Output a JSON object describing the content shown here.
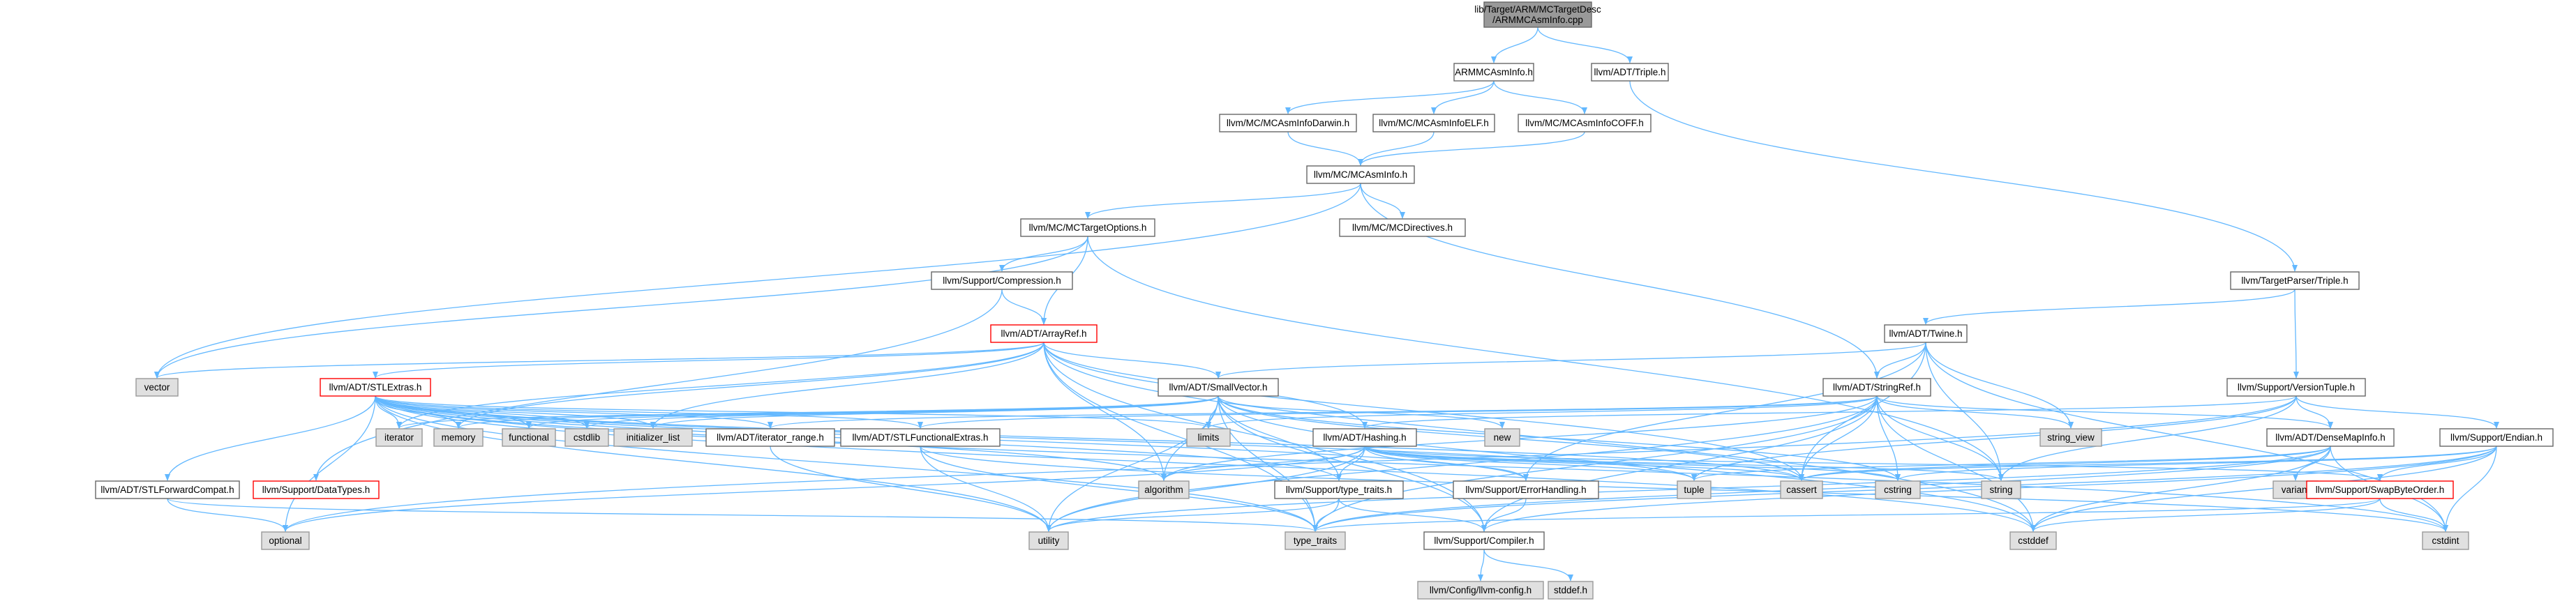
{
  "colors": {
    "edge": "#63b8ff",
    "root_fill": "#999999",
    "root_stroke": "#666666",
    "file_fill": "#ffffff",
    "file_stroke": "#666666",
    "system_fill": "#e0e0e0",
    "system_stroke": "#999999",
    "truncated_stroke": "#ff0000"
  },
  "nodes": [
    {
      "id": "root",
      "label": "lib/Target/ARM/MCTargetDesc\n/ARMMCAsmInfo.cpp",
      "kind": "root"
    },
    {
      "id": "armmcasminfo_h",
      "label": "ARMMCAsmInfo.h",
      "kind": "file"
    },
    {
      "id": "triple_h",
      "label": "llvm/ADT/Triple.h",
      "kind": "file"
    },
    {
      "id": "mcasminfodarwin",
      "label": "llvm/MC/MCAsmInfoDarwin.h",
      "kind": "file"
    },
    {
      "id": "mcasminfoelf",
      "label": "llvm/MC/MCAsmInfoELF.h",
      "kind": "file"
    },
    {
      "id": "mcasminfocoff",
      "label": "llvm/MC/MCAsmInfoCOFF.h",
      "kind": "file"
    },
    {
      "id": "mcasminfo",
      "label": "llvm/MC/MCAsmInfo.h",
      "kind": "file"
    },
    {
      "id": "mctargetoptions",
      "label": "llvm/MC/MCTargetOptions.h",
      "kind": "file"
    },
    {
      "id": "mcdirectives",
      "label": "llvm/MC/MCDirectives.h",
      "kind": "file"
    },
    {
      "id": "compression",
      "label": "llvm/Support/Compression.h",
      "kind": "file"
    },
    {
      "id": "targetparsertriple",
      "label": "llvm/TargetParser/Triple.h",
      "kind": "file"
    },
    {
      "id": "arrayref",
      "label": "llvm/ADT/ArrayRef.h",
      "kind": "truncated"
    },
    {
      "id": "twine",
      "label": "llvm/ADT/Twine.h",
      "kind": "file"
    },
    {
      "id": "vector",
      "label": "vector",
      "kind": "system"
    },
    {
      "id": "stlextras",
      "label": "llvm/ADT/STLExtras.h",
      "kind": "truncated"
    },
    {
      "id": "smallvector",
      "label": "llvm/ADT/SmallVector.h",
      "kind": "file"
    },
    {
      "id": "stringref",
      "label": "llvm/ADT/StringRef.h",
      "kind": "file"
    },
    {
      "id": "versiontuple",
      "label": "llvm/Support/VersionTuple.h",
      "kind": "file"
    },
    {
      "id": "iterator",
      "label": "iterator",
      "kind": "system"
    },
    {
      "id": "memory",
      "label": "memory",
      "kind": "system"
    },
    {
      "id": "functional",
      "label": "functional",
      "kind": "system"
    },
    {
      "id": "cstdlib",
      "label": "cstdlib",
      "kind": "system"
    },
    {
      "id": "initializer_list",
      "label": "initializer_list",
      "kind": "system"
    },
    {
      "id": "iterator_range",
      "label": "llvm/ADT/iterator_range.h",
      "kind": "file"
    },
    {
      "id": "stlfunctionalextras",
      "label": "llvm/ADT/STLFunctionalExtras.h",
      "kind": "file"
    },
    {
      "id": "limits",
      "label": "limits",
      "kind": "system"
    },
    {
      "id": "hashing",
      "label": "llvm/ADT/Hashing.h",
      "kind": "file"
    },
    {
      "id": "new",
      "label": "new",
      "kind": "system"
    },
    {
      "id": "string_view",
      "label": "string_view",
      "kind": "system"
    },
    {
      "id": "densemapinfo",
      "label": "llvm/ADT/DenseMapInfo.h",
      "kind": "file"
    },
    {
      "id": "endian",
      "label": "llvm/Support/Endian.h",
      "kind": "file"
    },
    {
      "id": "stlforwardcompat",
      "label": "llvm/ADT/STLForwardCompat.h",
      "kind": "file"
    },
    {
      "id": "datatypes",
      "label": "llvm/Support/DataTypes.h",
      "kind": "truncated"
    },
    {
      "id": "algorithm",
      "label": "algorithm",
      "kind": "system"
    },
    {
      "id": "typetraits_h",
      "label": "llvm/Support/type_traits.h",
      "kind": "file"
    },
    {
      "id": "errorhandling",
      "label": "llvm/Support/ErrorHandling.h",
      "kind": "file"
    },
    {
      "id": "tuple",
      "label": "tuple",
      "kind": "system"
    },
    {
      "id": "cassert",
      "label": "cassert",
      "kind": "system"
    },
    {
      "id": "cstring",
      "label": "cstring",
      "kind": "system"
    },
    {
      "id": "string",
      "label": "string",
      "kind": "system"
    },
    {
      "id": "variant",
      "label": "variant",
      "kind": "system"
    },
    {
      "id": "swapbyteorder",
      "label": "llvm/Support/SwapByteOrder.h",
      "kind": "truncated"
    },
    {
      "id": "optional",
      "label": "optional",
      "kind": "system"
    },
    {
      "id": "utility",
      "label": "utility",
      "kind": "system"
    },
    {
      "id": "type_traits",
      "label": "type_traits",
      "kind": "system"
    },
    {
      "id": "compiler",
      "label": "llvm/Support/Compiler.h",
      "kind": "file"
    },
    {
      "id": "cstddef",
      "label": "cstddef",
      "kind": "system"
    },
    {
      "id": "cstdint",
      "label": "cstdint",
      "kind": "system"
    },
    {
      "id": "llvmconfig",
      "label": "llvm/Config/llvm-config.h",
      "kind": "system"
    },
    {
      "id": "stddef",
      "label": "stddef.h",
      "kind": "system"
    }
  ]
}
